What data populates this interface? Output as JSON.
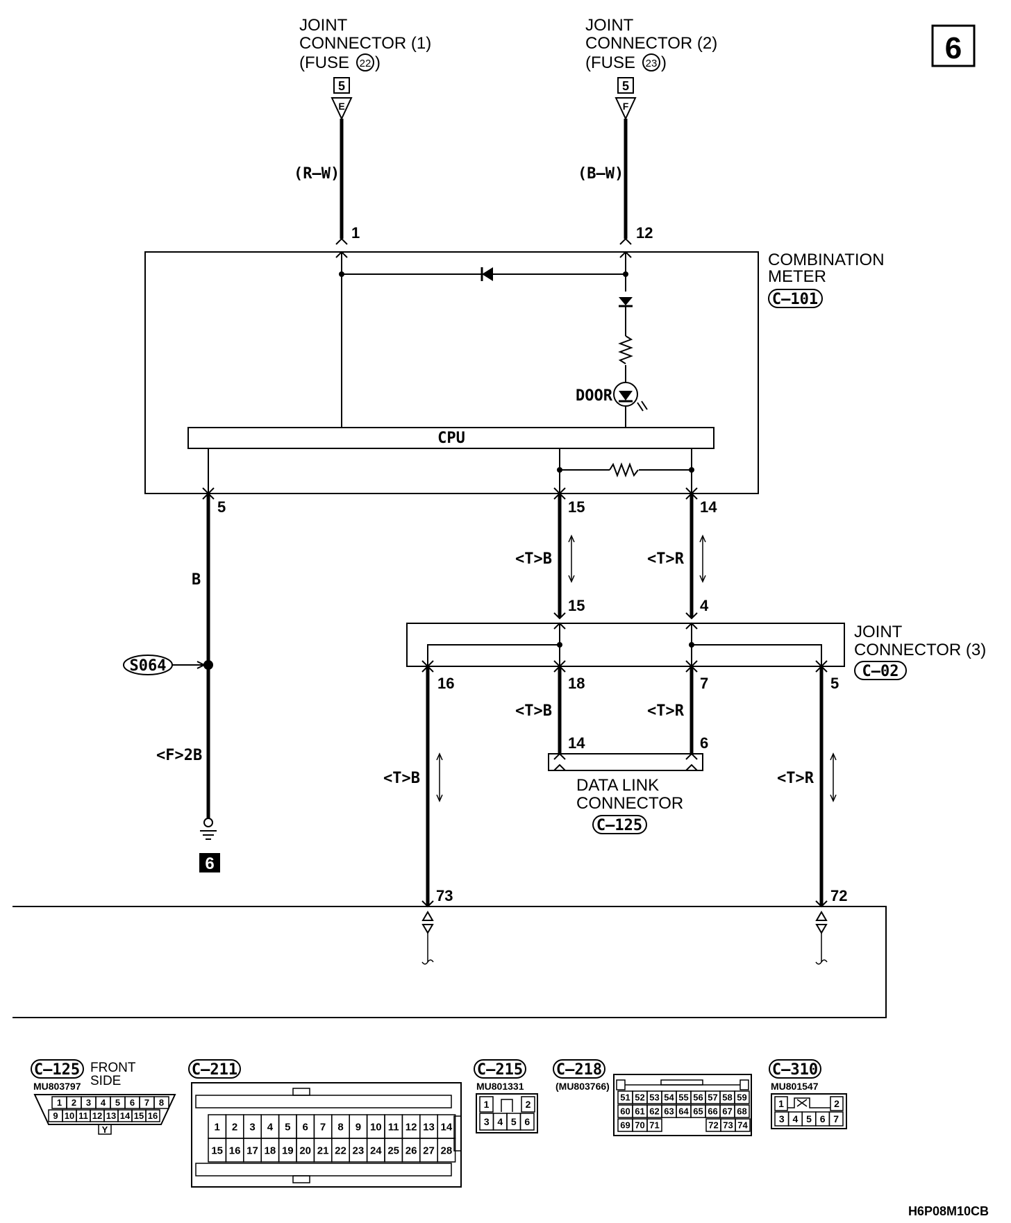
{
  "page_badge": "6",
  "drawing_code": "H6P08M10CB",
  "joint_connector_1": {
    "line1": "JOINT",
    "line2": "CONNECTOR (1)",
    "fuse_prefix": "(FUSE",
    "fuse_num": "22",
    "fuse_suffix": ")",
    "ref_box": "5",
    "ref_letter": "E",
    "wire_color": "(R–W)",
    "pin": "1"
  },
  "joint_connector_2": {
    "line1": "JOINT",
    "line2": "CONNECTOR (2)",
    "fuse_prefix": "(FUSE",
    "fuse_num": "23",
    "fuse_suffix": ")",
    "ref_box": "5",
    "ref_letter": "F",
    "wire_color": "(B–W)",
    "pin": "12"
  },
  "combination_meter": {
    "line1": "COMBINATION",
    "line2": "METER",
    "code": "C–101",
    "cpu": "CPU",
    "door": "DOOR"
  },
  "meter_pins": {
    "p5": "5",
    "p15": "15",
    "p14": "14"
  },
  "wires": {
    "b": "B",
    "tb": "<T>B",
    "tr": "<T>R",
    "f2b": "<F>2B"
  },
  "splice": "S064",
  "ground_badge": "6",
  "joint_connector_3": {
    "line1": "JOINT",
    "line2": "CONNECTOR (3)",
    "code": "C–02",
    "p15": "15",
    "p4": "4",
    "p16": "16",
    "p18": "18",
    "p7": "7",
    "p5": "5"
  },
  "data_link": {
    "line1": "DATA LINK",
    "line2": "CONNECTOR",
    "code": "C–125",
    "p14": "14",
    "p6": "6"
  },
  "bottom_pins": {
    "p73": "73",
    "p72": "72"
  },
  "connectors": {
    "c125": {
      "code": "C–125",
      "side1": "FRONT",
      "side2": "SIDE",
      "part": "MU803797",
      "row1": [
        "1",
        "2",
        "3",
        "4",
        "5",
        "6",
        "7",
        "8"
      ],
      "row2": [
        "9",
        "10",
        "11",
        "12",
        "13",
        "14",
        "15",
        "16"
      ],
      "mark": "Y"
    },
    "c211": {
      "code": "C–211",
      "row1": [
        "1",
        "2",
        "3",
        "4",
        "5",
        "6",
        "7",
        "8",
        "9",
        "10",
        "11",
        "12",
        "13",
        "14"
      ],
      "row2": [
        "15",
        "16",
        "17",
        "18",
        "19",
        "20",
        "21",
        "22",
        "23",
        "24",
        "25",
        "26",
        "27",
        "28"
      ]
    },
    "c215": {
      "code": "C–215",
      "part": "MU801331",
      "row1": [
        "1",
        "2"
      ],
      "row2": [
        "3",
        "4",
        "5",
        "6"
      ]
    },
    "c218": {
      "code": "C–218",
      "part": "(MU803766)",
      "row1": [
        "51",
        "52",
        "53",
        "54",
        "55",
        "56",
        "57",
        "58",
        "59"
      ],
      "row2": [
        "60",
        "61",
        "62",
        "63",
        "64",
        "65",
        "66",
        "67",
        "68"
      ],
      "row3a": [
        "69",
        "70",
        "71"
      ],
      "row3b": [
        "72",
        "73",
        "74"
      ]
    },
    "c310": {
      "code": "C–310",
      "part": "MU801547",
      "row1": [
        "1",
        "2"
      ],
      "row2": [
        "3",
        "4",
        "5",
        "6",
        "7"
      ]
    }
  }
}
